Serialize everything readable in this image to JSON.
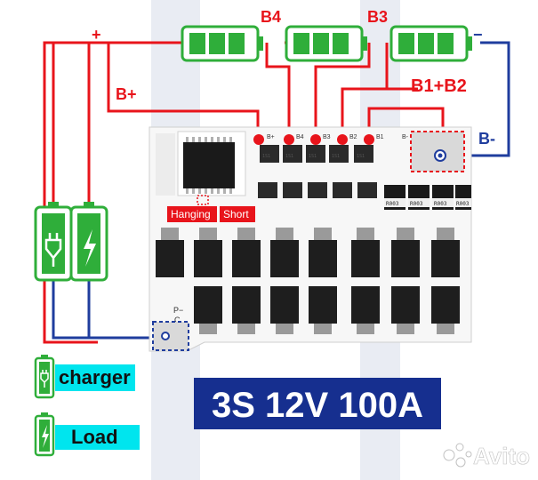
{
  "labels": {
    "b4": "B4",
    "b3": "B3",
    "b_plus": "B+",
    "b1_b2": "B1+B2",
    "b_minus": "B-",
    "plus": "+",
    "minus": "−",
    "p_minus": "P−",
    "c": "C",
    "hanging": "Hanging",
    "short": "Short"
  },
  "board_labels": {
    "pads": [
      "B+",
      "B4",
      "B3",
      "B2",
      "B1"
    ],
    "cell_chips": [
      "1S1",
      "1S1",
      "1S1",
      "1S1",
      "1S1"
    ],
    "resistors": [
      "R003",
      "R003",
      "R003",
      "R003"
    ],
    "b_minus_pad": "B-"
  },
  "legend": {
    "charger": "charger",
    "load": "Load"
  },
  "title": "3S 12V 100A",
  "watermark": "Avito",
  "colors": {
    "red_wire": "#e8141b",
    "blue_wire": "#1f3d9e",
    "battery_green": "#2fae3a",
    "legend_bg": "#00e5ee",
    "title_bg": "#162f8f"
  }
}
